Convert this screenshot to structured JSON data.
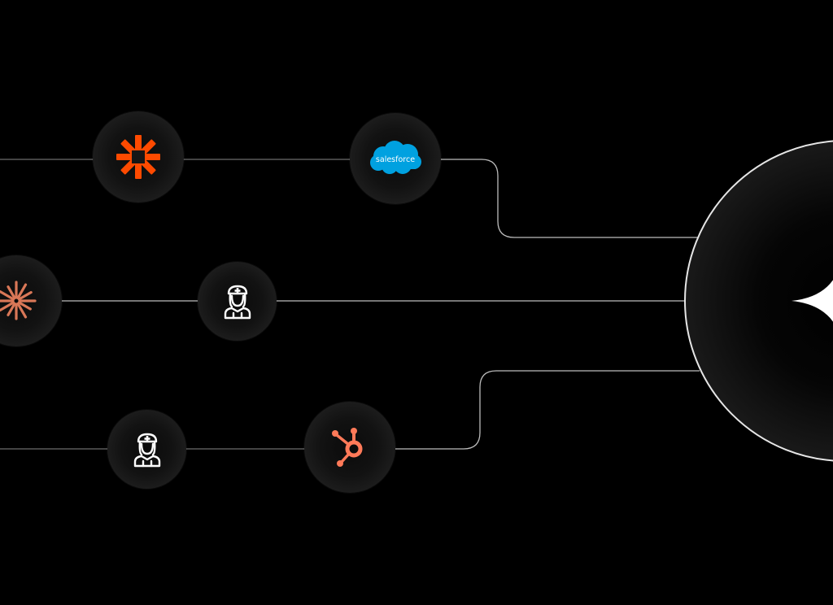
{
  "canvas": {
    "background": "#000000",
    "line_color": "#bdbdbd",
    "hub_border": "#e6e6e6"
  },
  "nodes": [
    {
      "id": "zapier",
      "icon": "zapier-asterisk-icon",
      "color": "#ff4a00"
    },
    {
      "id": "salesforce",
      "icon": "salesforce-cloud-icon",
      "color": "#00a1e0",
      "label": "salesforce"
    },
    {
      "id": "claude",
      "icon": "claude-starburst-icon",
      "color": "#d97757"
    },
    {
      "id": "nurse-1",
      "icon": "nurse-icon",
      "color": "#ffffff"
    },
    {
      "id": "nurse-2",
      "icon": "nurse-icon",
      "color": "#ffffff"
    },
    {
      "id": "hubspot",
      "icon": "hubspot-sprocket-icon",
      "color": "#ff7a59"
    }
  ],
  "hub": {
    "icon": "four-point-star-icon",
    "color": "#ffffff"
  }
}
